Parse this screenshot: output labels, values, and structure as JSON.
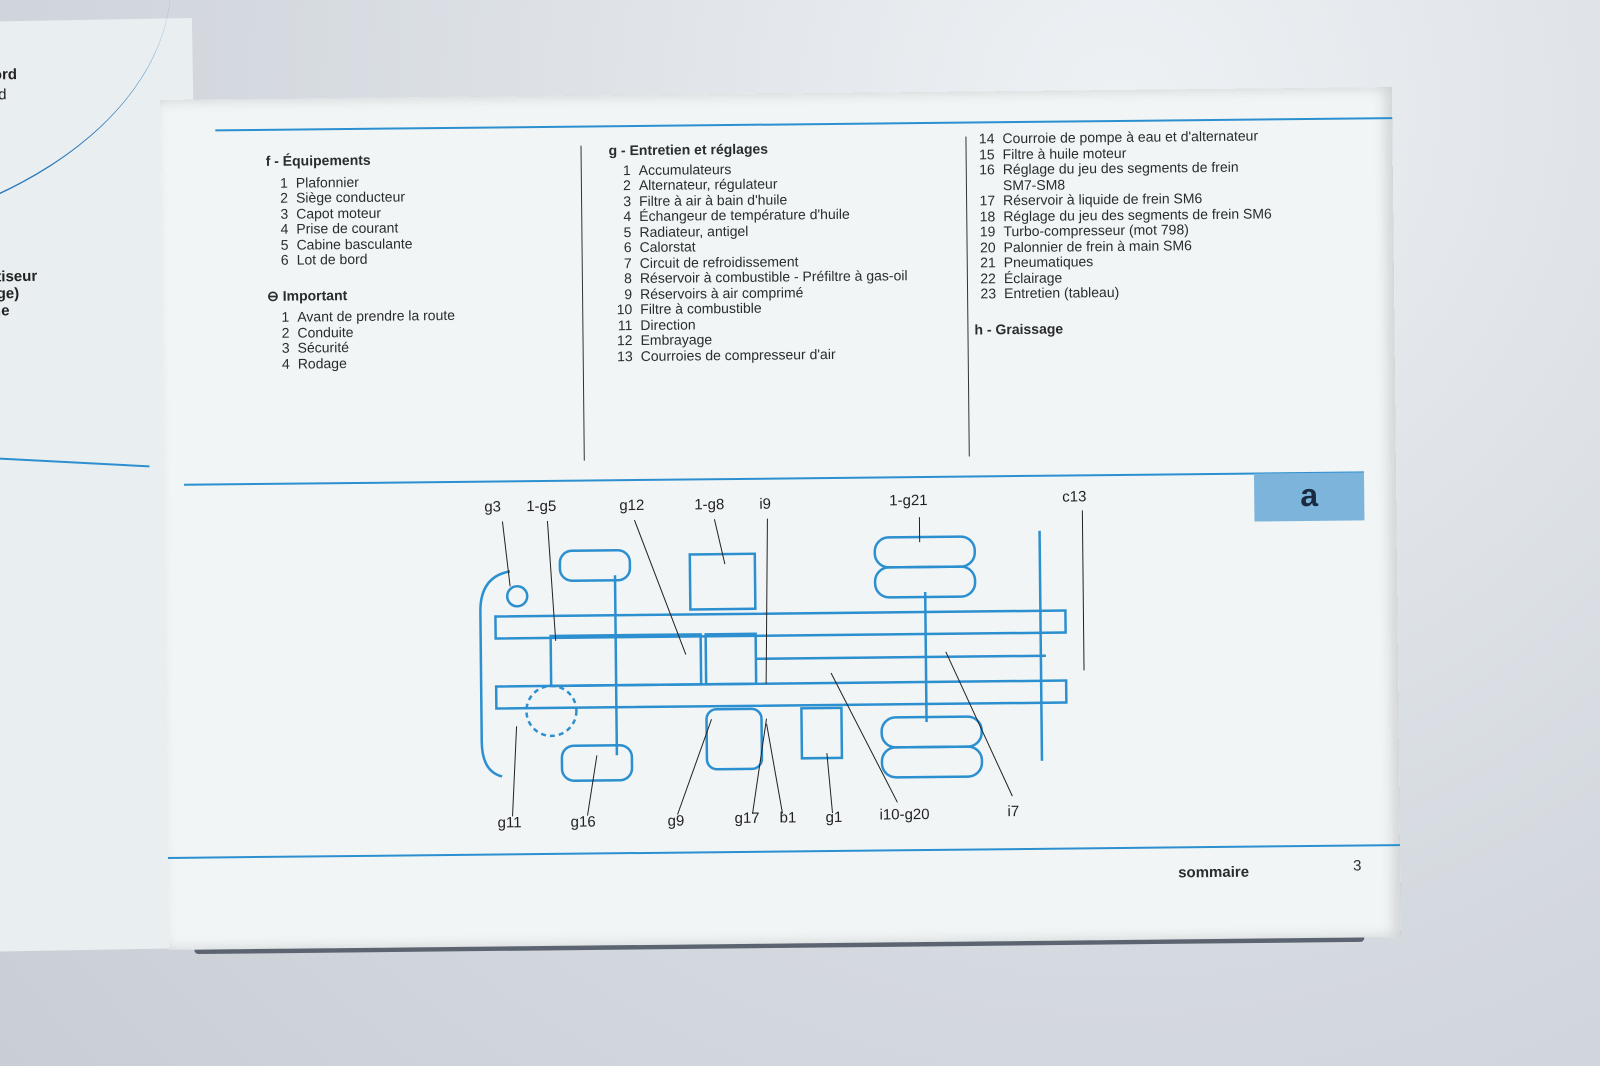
{
  "left_page": {
    "fragments": [
      "ord",
      "rd",
      "tiseur",
      "ge)",
      "le"
    ]
  },
  "sections": {
    "f": {
      "title": "f - Équipements",
      "items": [
        {
          "n": "1",
          "t": "Plafonnier"
        },
        {
          "n": "2",
          "t": "Siège conducteur"
        },
        {
          "n": "3",
          "t": "Capot moteur"
        },
        {
          "n": "4",
          "t": "Prise de courant"
        },
        {
          "n": "5",
          "t": "Cabine basculante"
        },
        {
          "n": "6",
          "t": "Lot de bord"
        }
      ]
    },
    "important": {
      "icon": "important-icon",
      "symbol": "⊖",
      "title": "Important",
      "items": [
        {
          "n": "1",
          "t": "Avant de prendre la route"
        },
        {
          "n": "2",
          "t": "Conduite"
        },
        {
          "n": "3",
          "t": "Sécurité"
        },
        {
          "n": "4",
          "t": "Rodage"
        }
      ]
    },
    "g": {
      "title": "g - Entretien et réglages",
      "items": [
        {
          "n": "1",
          "t": "Accumulateurs"
        },
        {
          "n": "2",
          "t": "Alternateur, régulateur"
        },
        {
          "n": "3",
          "t": "Filtre à air à bain d'huile"
        },
        {
          "n": "4",
          "t": "Échangeur de température d'huile"
        },
        {
          "n": "5",
          "t": "Radiateur, antigel"
        },
        {
          "n": "6",
          "t": "Calorstat"
        },
        {
          "n": "7",
          "t": "Circuit de refroidissement"
        },
        {
          "n": "8",
          "t": "Réservoir à combustible - Préfiltre à gas-oil"
        },
        {
          "n": "9",
          "t": "Réservoirs à air comprimé"
        },
        {
          "n": "10",
          "t": "Filtre à combustible"
        },
        {
          "n": "11",
          "t": "Direction"
        },
        {
          "n": "12",
          "t": "Embrayage"
        },
        {
          "n": "13",
          "t": "Courroies de compresseur d'air"
        }
      ]
    },
    "g2": {
      "items": [
        {
          "n": "14",
          "t": "Courroie de pompe à eau et d'alternateur"
        },
        {
          "n": "15",
          "t": "Filtre à huile moteur"
        },
        {
          "n": "16",
          "t": "Réglage du jeu des segments de frein SM7-SM8"
        },
        {
          "n": "17",
          "t": "Réservoir à liquide de frein SM6"
        },
        {
          "n": "18",
          "t": "Réglage du jeu des segments de frein SM6"
        },
        {
          "n": "19",
          "t": "Turbo-compresseur (mot 798)"
        },
        {
          "n": "20",
          "t": "Palonnier de frein à main SM6"
        },
        {
          "n": "21",
          "t": "Pneumatiques"
        },
        {
          "n": "22",
          "t": "Éclairage"
        },
        {
          "n": "23",
          "t": "Entretien (tableau)"
        }
      ]
    },
    "h": {
      "title": "h - Graissage"
    }
  },
  "tab_letter": "a",
  "diagram_labels": {
    "top": [
      "g3",
      "1-g5",
      "g12",
      "1-g8",
      "i9",
      "1-g21",
      "c13"
    ],
    "bottom": [
      "g11",
      "g16",
      "g9",
      "g17",
      "b1",
      "g1",
      "i10-g20",
      "i7"
    ]
  },
  "footer": {
    "title": "sommaire",
    "page": "3"
  },
  "colors": {
    "accent": "#2c8fd0",
    "tab": "#7db4db"
  }
}
